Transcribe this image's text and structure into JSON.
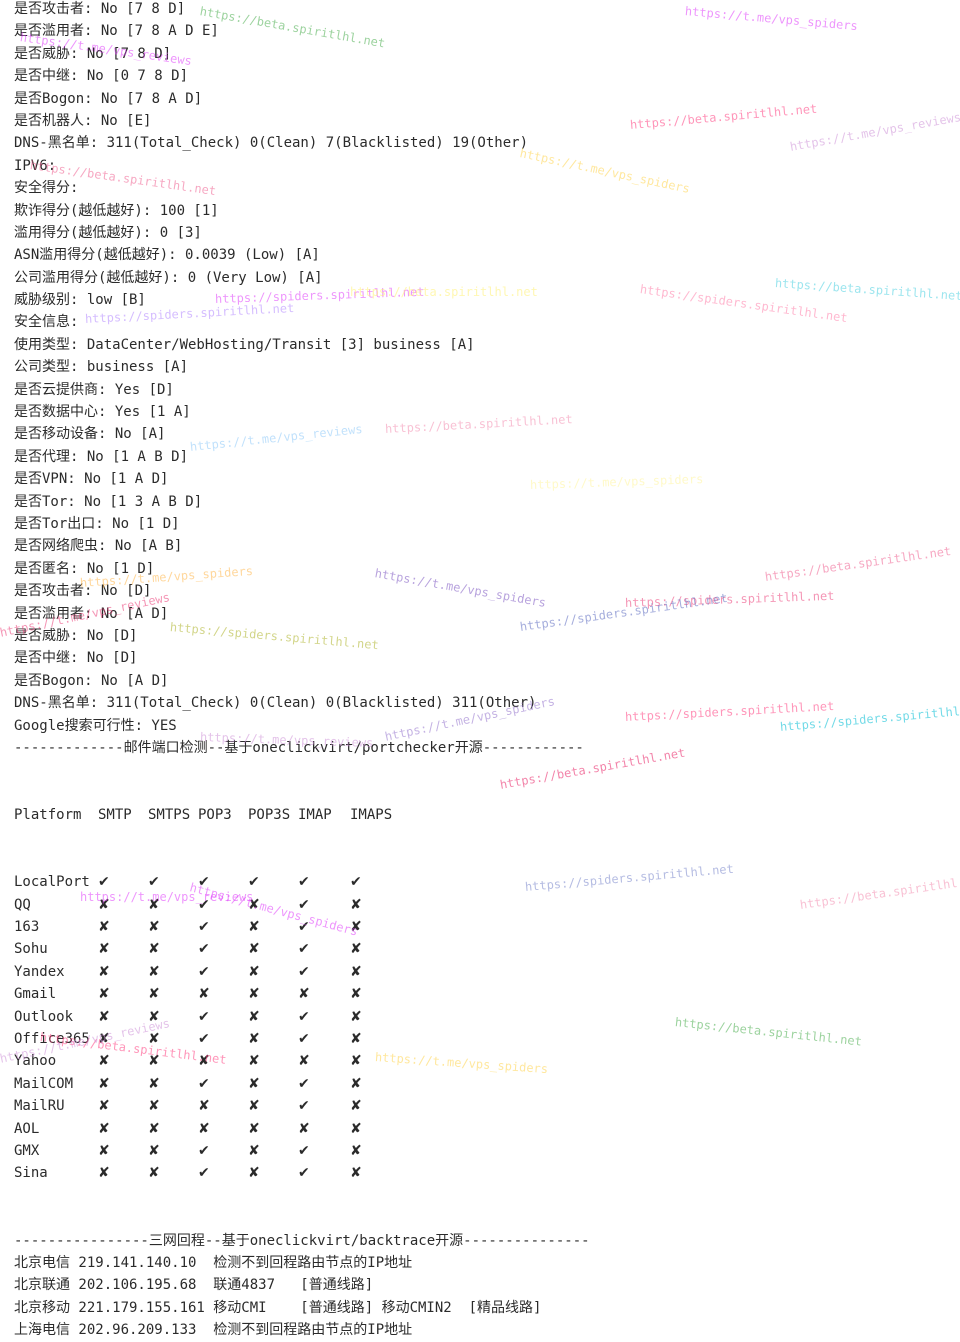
{
  "terminal": {
    "lines": [
      "是否攻击者: No [7 8 D]",
      "是否滥用者: No [7 8 A D E]",
      "是否威胁: No [7 8 D]",
      "是否中继: No [0 7 8 D]",
      "是否Bogon: No [7 8 A D]",
      "是否机器人: No [E]",
      "DNS-黑名单: 311(Total_Check) 0(Clean) 7(Blacklisted) 19(Other)",
      "IPV6:",
      "安全得分:",
      "欺诈得分(越低越好): 100 [1]",
      "滥用得分(越低越好): 0 [3]",
      "ASN滥用得分(越低越好): 0.0039 (Low) [A]",
      "公司滥用得分(越低越好): 0 (Very Low) [A]",
      "威胁级别: low [B]",
      "安全信息:",
      "使用类型: DataCenter/WebHosting/Transit [3] business [A]",
      "公司类型: business [A]",
      "是否云提供商: Yes [D]",
      "是否数据中心: Yes [1 A]",
      "是否移动设备: No [A]",
      "是否代理: No [1 A B D]",
      "是否VPN: No [1 A D]",
      "是否Tor: No [1 3 A B D]",
      "是否Tor出口: No [1 D]",
      "是否网络爬虫: No [A B]",
      "是否匿名: No [1 D]",
      "是否攻击者: No [D]",
      "是否滥用者: No [A D]",
      "是否威胁: No [D]",
      "是否中继: No [D]",
      "是否Bogon: No [A D]",
      "DNS-黑名单: 311(Total_Check) 0(Clean) 0(Blacklisted) 311(Other)",
      "Google搜索可行性: YES",
      "-------------邮件端口检测--基于oneclickvirt/portchecker开源------------"
    ],
    "mail_header": [
      "Platform",
      "SMTP",
      "SMTPS",
      "POP3",
      "POP3S",
      "IMAP",
      "IMAPS"
    ],
    "mail_rows": [
      [
        "LocalPort",
        "✔",
        "✔",
        "✔",
        "✔",
        "✔",
        "✔"
      ],
      [
        "QQ",
        "✘",
        "✘",
        "✔",
        "✘",
        "✔",
        "✘"
      ],
      [
        "163",
        "✘",
        "✘",
        "✔",
        "✘",
        "✔",
        "✘"
      ],
      [
        "Sohu",
        "✘",
        "✘",
        "✔",
        "✘",
        "✔",
        "✘"
      ],
      [
        "Yandex",
        "✘",
        "✘",
        "✔",
        "✘",
        "✔",
        "✘"
      ],
      [
        "Gmail",
        "✘",
        "✘",
        "✘",
        "✘",
        "✘",
        "✘"
      ],
      [
        "Outlook",
        "✘",
        "✘",
        "✔",
        "✘",
        "✔",
        "✘"
      ],
      [
        "Office365",
        "✘",
        "✘",
        "✔",
        "✘",
        "✔",
        "✘"
      ],
      [
        "Yahoo",
        "✘",
        "✘",
        "✘",
        "✘",
        "✘",
        "✘"
      ],
      [
        "MailCOM",
        "✘",
        "✘",
        "✔",
        "✘",
        "✔",
        "✘"
      ],
      [
        "MailRU",
        "✘",
        "✘",
        "✘",
        "✘",
        "✔",
        "✘"
      ],
      [
        "AOL",
        "✘",
        "✘",
        "✘",
        "✘",
        "✘",
        "✘"
      ],
      [
        "GMX",
        "✘",
        "✘",
        "✔",
        "✘",
        "✔",
        "✘"
      ],
      [
        "Sina",
        "✘",
        "✘",
        "✔",
        "✘",
        "✔",
        "✘"
      ]
    ],
    "trailing_lines": [
      "----------------三网回程--基于oneclickvirt/backtrace开源---------------",
      "北京电信 219.141.140.10  检测不到回程路由节点的IP地址",
      "北京联通 202.106.195.68  联通4837   [普通线路]",
      "北京移动 221.179.155.161 移动CMI    [普通线路] 移动CMIN2  [精品线路]",
      "上海电信 202.96.209.133  检测不到回程路由节点的IP地址"
    ]
  },
  "colors": {
    "text": "#2b2b2b",
    "background": "#ffffff",
    "watermark_palette": [
      "#e040fb",
      "#ff4081",
      "#40c4ff",
      "#7c4dff",
      "#cddc39",
      "#f48fb1",
      "#4dd0e1",
      "#b388ff",
      "#ffd54f",
      "#81d4fa"
    ]
  },
  "watermarks": [
    {
      "text": "https://beta.spiritlhl.net",
      "color": "#4caf50"
    },
    {
      "text": "https://t.me/vps_spiders",
      "color": "#e040fb"
    },
    {
      "text": "https://t.me/vps_reviews",
      "color": "#e040fb"
    },
    {
      "text": "https://beta.spiritlhl.net",
      "color": "#ff4081"
    },
    {
      "text": "https://t.me/vps_spiders",
      "color": "#ffd54f"
    },
    {
      "text": "https://t.me/vps_reviews",
      "color": "#ce93d8"
    },
    {
      "text": "https://beta.spiritlhl.net",
      "color": "#f06292"
    },
    {
      "text": "https://spiders.spiritlhl.net",
      "color": "#ff80ab"
    },
    {
      "text": "https://beta.spiritlhl.net",
      "color": "#4dd0e1"
    },
    {
      "text": "https://spiders.spiritlhl.net",
      "color": "#b388ff"
    },
    {
      "text": "https://spiders.spiritlhl.net",
      "color": "#e040fb"
    },
    {
      "text": "https://beta.spiritlhl.net",
      "color": "#fff176"
    },
    {
      "text": "https://t.me/vps_reviews",
      "color": "#90caf9"
    },
    {
      "text": "https://beta.spiritlhl.net",
      "color": "#f48fb1"
    },
    {
      "text": "https://t.me/vps_spiders",
      "color": "#fff59d"
    },
    {
      "text": "https://t.me/vps_spiders",
      "color": "#7e57c2"
    },
    {
      "text": "https://spiders.spiritlhl.net",
      "color": "#ec407a"
    },
    {
      "text": "https://beta.spiritlhl.net",
      "color": "#f06292"
    },
    {
      "text": "https://t.me/vps_spiders",
      "color": "#ffb74d"
    },
    {
      "text": "https://spiders.spiritlhl.net",
      "color": "#afb42b"
    },
    {
      "text": "https://spiders.spiritlhl.net",
      "color": "#5c6bc0"
    },
    {
      "text": "https://t.me/vps_reviews",
      "color": "#ec407a"
    },
    {
      "text": "https://t.me/vps_reviews",
      "color": "#ce93d8"
    },
    {
      "text": "https://t.me/vps_spiders",
      "color": "#9575cd"
    },
    {
      "text": "https://spiders.spiritlhl.net",
      "color": "#ff4081"
    },
    {
      "text": "https://spiders.spiritlhl.net",
      "color": "#00bcd4"
    },
    {
      "text": "https://beta.spiritlhl.net",
      "color": "#e91e63"
    },
    {
      "text": "https://spiders.spiritlhl.net",
      "color": "#7986cb"
    },
    {
      "text": "https://beta.spiritlhl.net",
      "color": "#f48fb1"
    }
  ]
}
